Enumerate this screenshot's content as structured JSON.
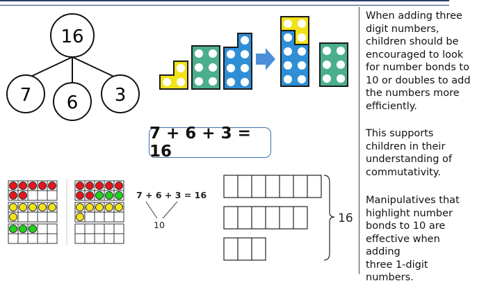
{
  "part_whole": {
    "whole": "16",
    "parts": [
      "7",
      "6",
      "3"
    ]
  },
  "equation": "7 + 6 + 3 = 16",
  "small_equation": {
    "text": "7 + 6 + 3 = 16",
    "bond": "10"
  },
  "bar_model_total": "16",
  "notes": [
    "When adding three\ndigit numbers,\nchildren should be\nencouraged to look\nfor number bonds to\n10 or doubles to add\nthe numbers more\nefficiently.",
    "This supports\nchildren in their\nunderstanding of\ncommutativity.",
    "Manipulatives that\nhighlight number\nbonds to 10 are\neffective when adding\nthree 1-digit numbers."
  ],
  "colors": {
    "yellow": "#f2e21a",
    "green": "#4caf8c",
    "blue": "#2f8fd6",
    "red": "#e8141c",
    "counter_green": "#22d11c",
    "arrow": "#4a8fd8",
    "border": "#2d3a6e"
  }
}
